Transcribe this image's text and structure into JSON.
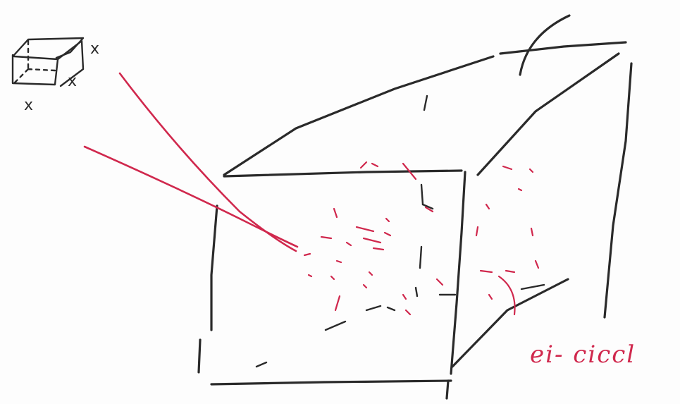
{
  "sketch": {
    "ink_colors": {
      "outline": "#2a2a2a",
      "particles": "#d0284d"
    },
    "mini_cube": {
      "marks": [
        "x",
        "x",
        "x"
      ]
    },
    "annotation": {
      "text": "ei- ciccl"
    }
  }
}
